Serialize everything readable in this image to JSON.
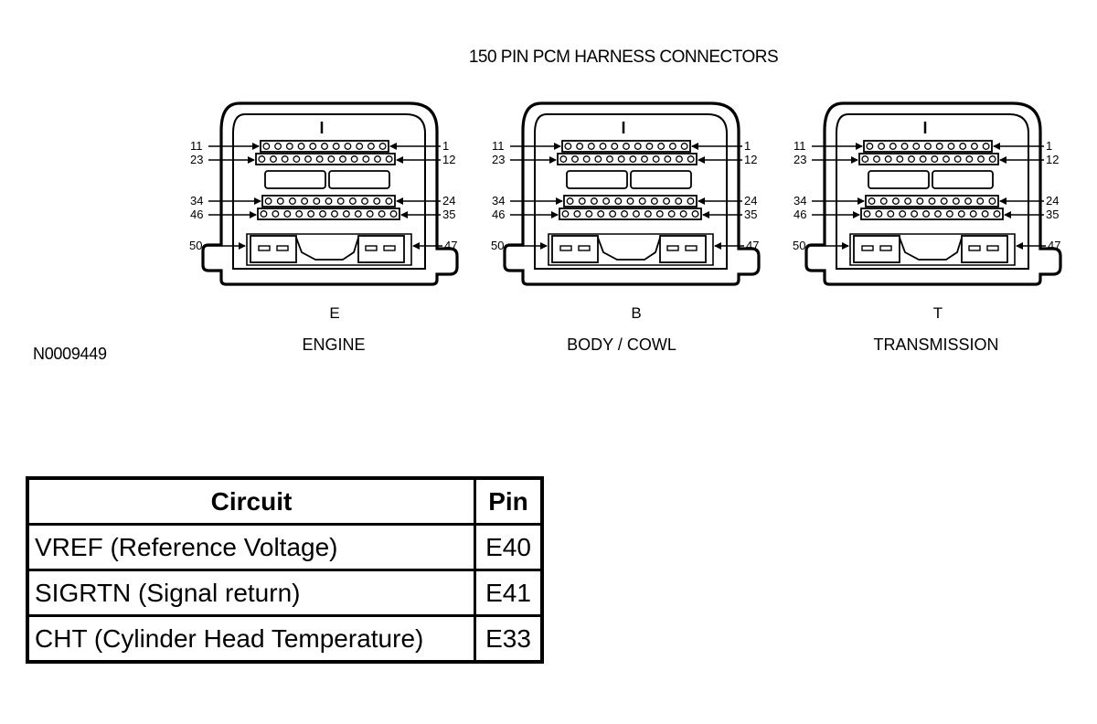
{
  "title": "150 PIN PCM HARNESS CONNECTORS",
  "reference_id": "N0009449",
  "connectors": [
    {
      "letter": "E",
      "name": "ENGINE"
    },
    {
      "letter": "B",
      "name": "BODY / COWL"
    },
    {
      "letter": "T",
      "name": "TRANSMISSION"
    }
  ],
  "pin_labels": {
    "row1_left": "11",
    "row1_right": "1",
    "row2_left": "23",
    "row2_right": "12",
    "row3_left": "34",
    "row3_right": "24",
    "row4_left": "46",
    "row4_right": "35",
    "bottom_left": "50",
    "bottom_right": "47"
  },
  "table": {
    "headers": [
      "Circuit",
      "Pin"
    ],
    "rows": [
      [
        "VREF (Reference Voltage)",
        "E40"
      ],
      [
        "SIGRTN (Signal return)",
        "E41"
      ],
      [
        "CHT (Cylinder Head Temperature)",
        "E33"
      ]
    ]
  }
}
